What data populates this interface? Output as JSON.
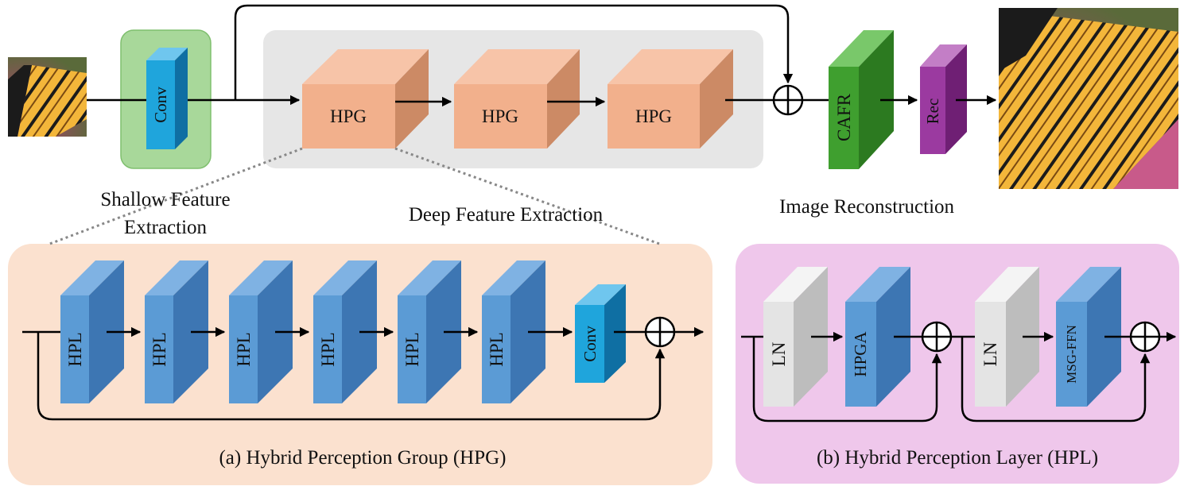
{
  "colors": {
    "green_panel": "#a8d89a",
    "gray_panel": "#e6e6e6",
    "hpg_panel": "#fbe1cf",
    "hpl_panel": "#efc7eb",
    "hpg_block": "#f2b08c",
    "blue_block": "#5b9bd5",
    "conv_block": "#1fa5dc",
    "cafr_block": "#3f9f2f",
    "rec_block": "#9b3aa0",
    "ln_block": "#e4e4e4"
  },
  "top": {
    "conv_label": "Conv",
    "hpg_labels": [
      "HPG",
      "HPG",
      "HPG"
    ],
    "cafr_label": "CAFR",
    "rec_label": "Rec",
    "shallow_line1": "Shallow Feature",
    "shallow_line2": "Extraction",
    "deep_caption": "Deep Feature Extraction",
    "recon_caption": "Image Reconstruction"
  },
  "hpg_detail": {
    "hpl_labels": [
      "HPL",
      "HPL",
      "HPL",
      "HPL",
      "HPL",
      "HPL"
    ],
    "conv_label": "Conv",
    "caption": "(a) Hybrid Perception Group (HPG)"
  },
  "hpl_detail": {
    "ln1_label": "LN",
    "hpga_label": "HPGA",
    "ln2_label": "LN",
    "ffn_label": "MSG-FFN",
    "caption": "(b) Hybrid Perception Layer (HPL)"
  }
}
